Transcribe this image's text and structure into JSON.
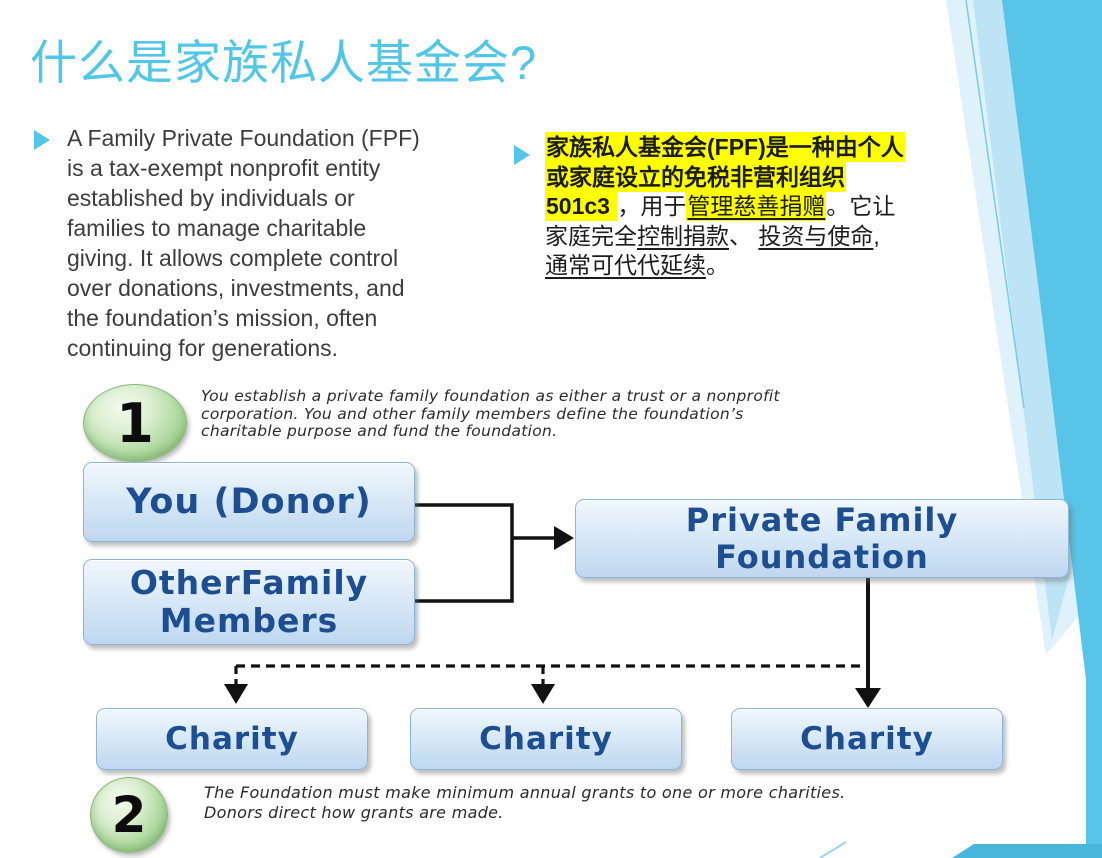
{
  "slide": {
    "title": "什么是家族私人基金会?"
  },
  "bullet_en": {
    "lines": [
      "A Family Private Foundation (FPF)",
      "is a tax-exempt nonprofit entity",
      "established by individuals or",
      "families to manage charitable",
      "giving. It allows complete control",
      "over donations, investments, and",
      "the foundation’s mission, often",
      "continuing for generations."
    ]
  },
  "bullet_cn": {
    "lines": [
      {
        "segs": [
          {
            "t": "家族私人基金会(FPF)是一种由个人",
            "hl": true,
            "b": true
          }
        ]
      },
      {
        "segs": [
          {
            "t": "或家庭设立的免税非营利组织",
            "hl": true,
            "b": true
          }
        ]
      },
      {
        "segs": [
          {
            "t": "501c3 ",
            "hl": true,
            "b": true
          },
          {
            "t": "，用于"
          },
          {
            "t": "管理慈善捐赠",
            "hl": true,
            "u": true
          },
          {
            "t": "。它让"
          }
        ]
      },
      {
        "segs": [
          {
            "t": "家庭完全"
          },
          {
            "t": "控制捐款",
            "u": true
          },
          {
            "t": "、 "
          },
          {
            "t": "投资与使命",
            "u": true
          },
          {
            "t": ","
          }
        ]
      },
      {
        "segs": [
          {
            "t": "通常可代代延续",
            "u": true
          },
          {
            "t": "。"
          }
        ]
      }
    ]
  },
  "diagram": {
    "step1": {
      "number": "1",
      "lines": [
        "You establish a private family foundation as either a trust or a nonprofit",
        "corporation. You and other family members define the foundation’s",
        "charitable purpose and fund the foundation."
      ]
    },
    "step2": {
      "number": "2",
      "lines": [
        "The Foundation must make minimum annual grants to one or more charities.",
        "Donors direct how grants are made."
      ]
    },
    "boxes": {
      "you": "You (Donor)",
      "other_line1": "OtherFamily",
      "other_line2": "Members",
      "pff_line1": "Private Family",
      "pff_line2": "Foundation",
      "charity": "Charity"
    }
  },
  "colors": {
    "accent_cyan": "#53c6e8",
    "highlight_yellow": "#ffff00",
    "body_text": "#3d3d3d",
    "cn_text": "#1c1c1c",
    "box_text_blue": "#1d4e91",
    "box_fill_top": "#f1f7fd",
    "box_fill_bottom": "#bed7f0",
    "step_circle_green": "#8ac279",
    "connector_black": "#111111",
    "decor_main_blue": "#58c4e8",
    "decor_light_blue": "#bce4f4",
    "decor_pale_blue": "#dff1fa",
    "bottom_bar_blue": "#49b7dc"
  }
}
